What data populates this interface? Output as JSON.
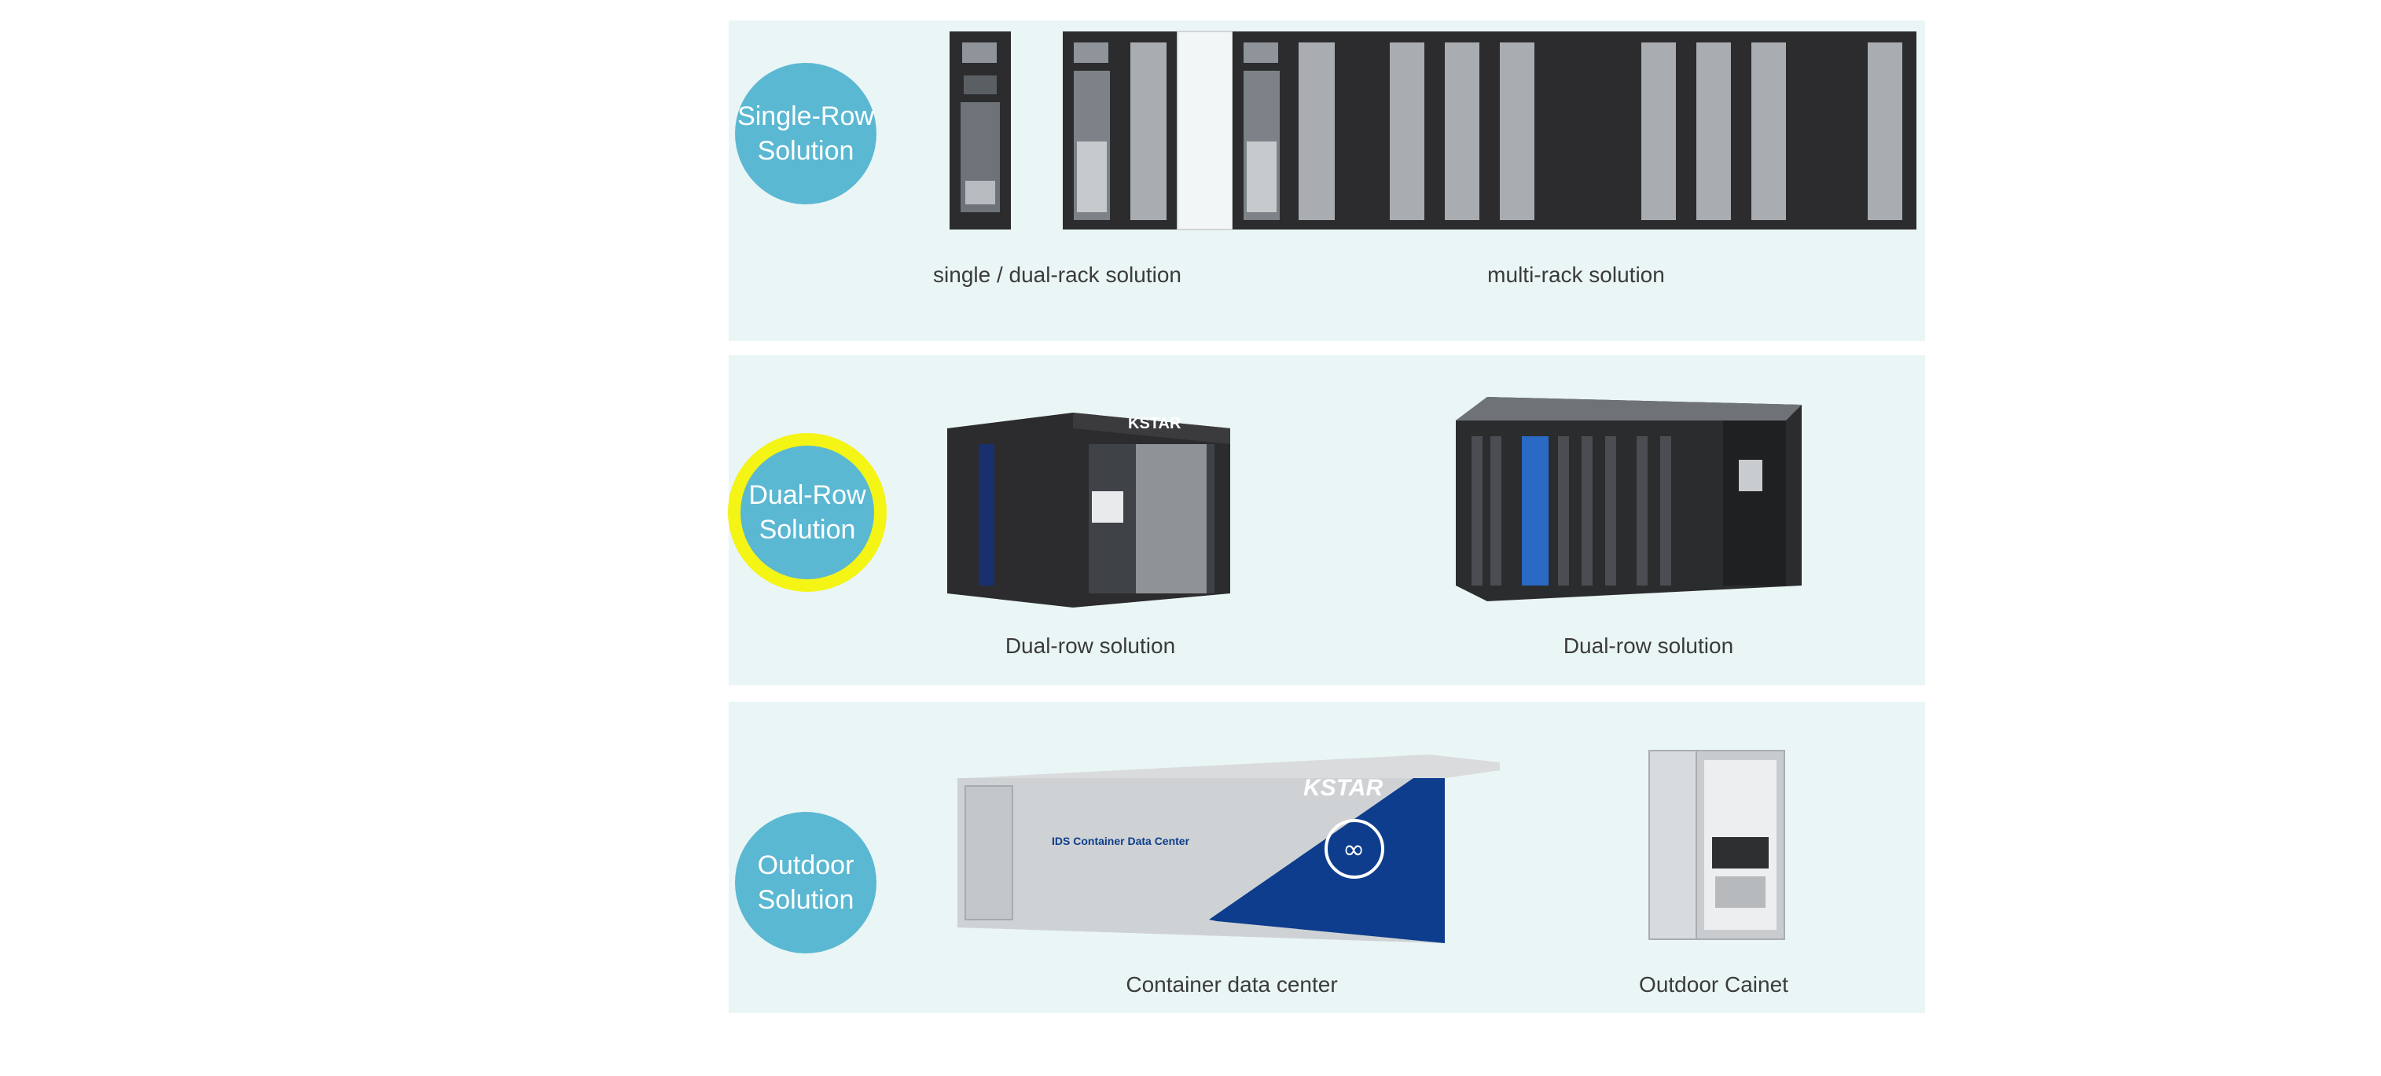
{
  "colors": {
    "panel_bg": "#eaf5f6",
    "badge": "#5bb8d2",
    "highlight_ring": "#f4f415",
    "rack": "#2c2c2e",
    "door_mesh": "#a9adb2",
    "container_blue": "#0d3d8c",
    "container_silver": "#d9dbdd"
  },
  "sections": [
    {
      "badge": {
        "line1": "Single-Row",
        "line2": "Solution"
      },
      "captions": [
        "single / dual-rack solution",
        "multi-rack solution"
      ]
    },
    {
      "badge": {
        "line1": "Dual-Row",
        "line2": "Solution"
      },
      "captions": [
        "Dual-row solution",
        "Dual-row solution"
      ]
    },
    {
      "badge": {
        "line1": "Outdoor",
        "line2": "Solution"
      },
      "captions": [
        "Container data center",
        "Outdoor Cainet"
      ]
    }
  ],
  "logos": {
    "brand": "KSTAR",
    "container_label": "IDS Container Data Center"
  }
}
